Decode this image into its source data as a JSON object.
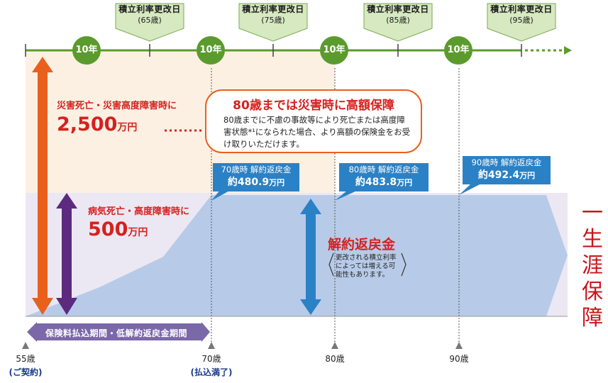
{
  "rate_revision": {
    "label": "積立利率更改日",
    "ages": [
      "(65歳)",
      "(75歳)",
      "(85歳)",
      "(95歳)"
    ]
  },
  "decade_badges": [
    "10年",
    "10年",
    "10年",
    "10年"
  ],
  "accident": {
    "title": "災害死亡・災害高度障害時に",
    "amount": "2,500",
    "unit": "万円"
  },
  "illness": {
    "title": "病気死亡・高度障害時に",
    "amount": "500",
    "unit": "万円"
  },
  "callout": {
    "title": "80歳までは災害時に高額保障",
    "body": "80歳までに不慮の事故等により死亡または高度障害状態*¹になられた場合、より高額の保険金をお受け取りいただけます。"
  },
  "refunds": [
    {
      "label": "70歳時 解約返戻金",
      "amount": "約480.9",
      "unit": "万円"
    },
    {
      "label": "80歳時 解約返戻金",
      "amount": "約483.8",
      "unit": "万円"
    },
    {
      "label": "90歳時 解約返戻金",
      "amount": "約492.4",
      "unit": "万円"
    }
  ],
  "refund_section": {
    "title": "解約返戻金",
    "note": "更改される積立利率によっては増える可能性もあります。"
  },
  "lifetime": [
    "一",
    "生",
    "涯",
    "保",
    "障"
  ],
  "period": "保険料払込期間・低解約返戻金期間",
  "ages": {
    "start": "55歳",
    "start_sub": "(ご契約)",
    "age70": "70歳",
    "age70_sub": "(払込満了)",
    "age80": "80歳",
    "age90": "90歳"
  },
  "colors": {
    "timeline_green": "#5b9b2d",
    "accident_orange": "#e9601d",
    "illness_purple": "#5c2a7e",
    "refund_blue": "#2b81c5",
    "accident_area": "#fcf0e3",
    "illness_area": "#ece8f3",
    "refund_area": "#b7cbe8",
    "title_red": "#d6211f"
  }
}
